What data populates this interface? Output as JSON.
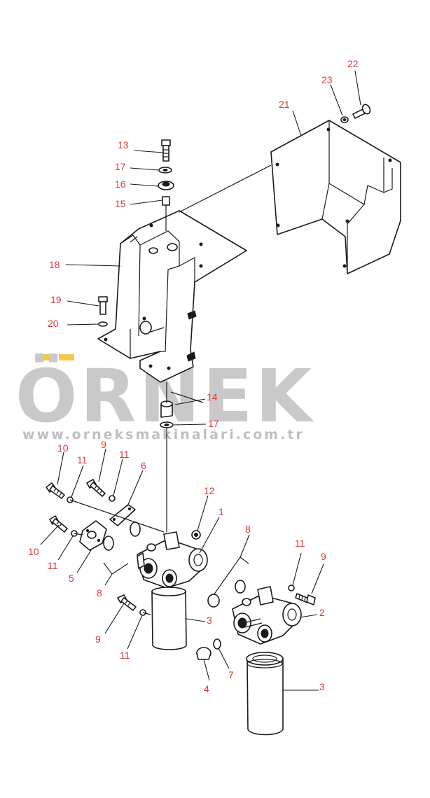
{
  "watermark": {
    "brand": "ÖRNEK",
    "url": "www.orneksmakinalari.com.tr",
    "accent_color": "#f2c94c"
  },
  "callouts": [
    {
      "id": "c22",
      "text": "22"
    },
    {
      "id": "c23",
      "text": "23"
    },
    {
      "id": "c21",
      "text": "21"
    },
    {
      "id": "c13",
      "text": "13"
    },
    {
      "id": "c17a",
      "text": "17"
    },
    {
      "id": "c16",
      "text": "16"
    },
    {
      "id": "c15",
      "text": "15"
    },
    {
      "id": "c18",
      "text": "18"
    },
    {
      "id": "c19",
      "text": "19"
    },
    {
      "id": "c20",
      "text": "20"
    },
    {
      "id": "c14",
      "text": "14"
    },
    {
      "id": "c17b",
      "text": "17"
    },
    {
      "id": "c10a",
      "text": "10"
    },
    {
      "id": "c9a",
      "text": "9"
    },
    {
      "id": "c11a",
      "text": "11"
    },
    {
      "id": "c11b",
      "text": "11"
    },
    {
      "id": "c6",
      "text": "6"
    },
    {
      "id": "c12",
      "text": "12"
    },
    {
      "id": "c1",
      "text": "1"
    },
    {
      "id": "c8a",
      "text": "8"
    },
    {
      "id": "c10b",
      "text": "10"
    },
    {
      "id": "c11c",
      "text": "11"
    },
    {
      "id": "c5",
      "text": "5"
    },
    {
      "id": "c8b",
      "text": "8"
    },
    {
      "id": "c11d",
      "text": "11"
    },
    {
      "id": "c9b",
      "text": "9"
    },
    {
      "id": "c2",
      "text": "2"
    },
    {
      "id": "c3a",
      "text": "3"
    },
    {
      "id": "c9c",
      "text": "9"
    },
    {
      "id": "c11e",
      "text": "11"
    },
    {
      "id": "c7",
      "text": "7"
    },
    {
      "id": "c4",
      "text": "4"
    },
    {
      "id": "c3b",
      "text": "3"
    }
  ]
}
